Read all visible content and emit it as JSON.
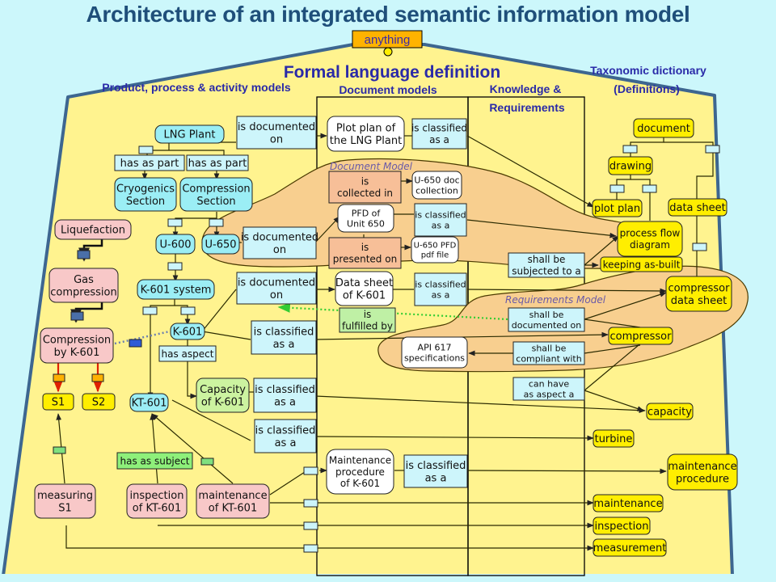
{
  "title": "Architecture of an integrated semantic information model",
  "top": {
    "anything": "anything",
    "formal": "Formal language definition"
  },
  "columns": {
    "product": "Product, process & activity models",
    "document": "Document models",
    "knowledge1": "Knowledge &",
    "knowledge2": "Requirements",
    "taxonomy1": "Taxonomic dictionary",
    "taxonomy2": "(Definitions)"
  },
  "groups": {
    "document_model": "Document Model",
    "requirements_model": "Requirements Model"
  },
  "colors": {
    "background": "#ccf7fb",
    "house": "#fff38f",
    "house_edge": "#3d6690",
    "blob": "#f8cf8f",
    "cyan": "#9beef5",
    "relation": "#cdf5fb",
    "pink": "#f8c8c8",
    "yellow": "#ffee00",
    "green": "#ccf3a0",
    "orange": "#f7bf98",
    "anything": "#ffb300"
  },
  "nodes": {
    "lng_plant": [
      "LNG Plant"
    ],
    "cryogenics": [
      "Cryogenics",
      "Section"
    ],
    "compression_section": [
      "Compression",
      "Section"
    ],
    "u600": [
      "U-600"
    ],
    "u650": [
      "U-650"
    ],
    "k601_system": [
      "K-601 system"
    ],
    "k601": [
      "K-601"
    ],
    "kt601": [
      "KT-601"
    ],
    "capacity_k601": [
      "Capacity",
      "of K-601"
    ],
    "liquefaction": [
      "Liquefaction"
    ],
    "gas_compression": [
      "Gas",
      "compression"
    ],
    "compression_by_k601": [
      "Compression",
      "by K-601"
    ],
    "s1": [
      "S1"
    ],
    "s2": [
      "S2"
    ],
    "measuring_s1": [
      "measuring",
      "S1"
    ],
    "inspection_kt601": [
      "inspection",
      "of KT-601"
    ],
    "maintenance_kt601": [
      "maintenance",
      "of KT-601"
    ],
    "plot_plan_doc": [
      "Plot plan of",
      "the LNG Plant"
    ],
    "pfd_unit650": [
      "PFD of",
      "Unit 650"
    ],
    "u650_doc_collection": [
      "U-650 doc",
      "collection"
    ],
    "u650_pfd_file": [
      "U-650 PFD",
      "pdf file"
    ],
    "datasheet_k601": [
      "Data sheet",
      "of K-601"
    ],
    "api617": [
      "API 617",
      "specifications"
    ],
    "maint_proc_k601": [
      "Maintenance",
      "procedure",
      "of K-601"
    ],
    "tx_document": [
      "document"
    ],
    "tx_drawing": [
      "drawing"
    ],
    "tx_plot_plan": [
      "plot plan"
    ],
    "tx_data_sheet": [
      "data sheet"
    ],
    "tx_pfd": [
      "process flow",
      "diagram"
    ],
    "tx_keeping": [
      "keeping as-built"
    ],
    "tx_compressor_ds": [
      "compressor",
      "data sheet"
    ],
    "tx_compressor": [
      "compressor"
    ],
    "tx_capacity": [
      "capacity"
    ],
    "tx_turbine": [
      "turbine"
    ],
    "tx_maint_proc": [
      "maintenance",
      "procedure"
    ],
    "tx_maintenance": [
      "maintenance"
    ],
    "tx_inspection": [
      "inspection"
    ],
    "tx_measurement": [
      "measurement"
    ]
  },
  "relations": {
    "doc_on_1": [
      "is documented",
      "on"
    ],
    "has_part_1": [
      "has as part"
    ],
    "has_part_2": [
      "has as part"
    ],
    "doc_on_2": [
      "is documented",
      "on"
    ],
    "doc_on_3": [
      "is documented",
      "on"
    ],
    "has_aspect": [
      "has aspect"
    ],
    "cls_k601": [
      "is classified",
      "as a"
    ],
    "cls_capacity": [
      "is classified",
      "as a"
    ],
    "cls_kt601": [
      "is classified",
      "as a"
    ],
    "has_subject": [
      "has as subject"
    ],
    "cls_plot": [
      "is classified",
      "as a"
    ],
    "collected_in": [
      "is",
      "collected in"
    ],
    "cls_pfd": [
      "is classified",
      "as a"
    ],
    "presented_on": [
      "is",
      "presented on"
    ],
    "cls_datasheet": [
      "is classified",
      "as a"
    ],
    "fulfilled_by": [
      "is",
      "fulfilled by"
    ],
    "cls_maint": [
      "is classified",
      "as a"
    ],
    "subjected_to": [
      "shall be",
      "subjected to a"
    ],
    "documented_on_req": [
      "shall be",
      "documented on"
    ],
    "compliant_with": [
      "shall be",
      "compliant with"
    ],
    "can_have_aspect": [
      "can have",
      "as aspect a"
    ]
  }
}
